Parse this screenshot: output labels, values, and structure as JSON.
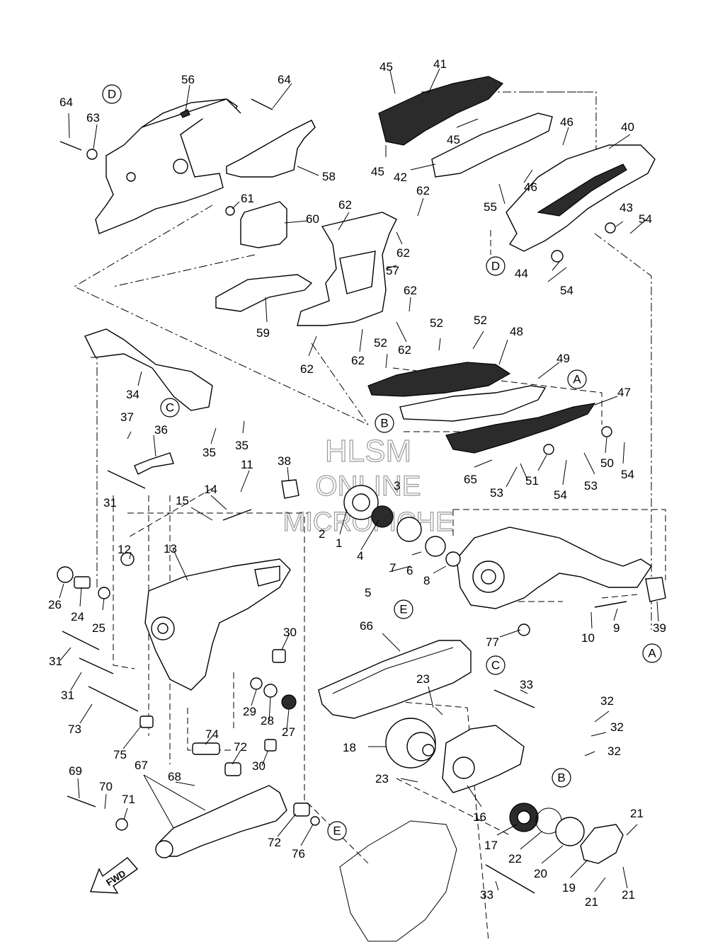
{
  "watermark": {
    "line1": "HLSM",
    "line2": "ONLINE",
    "line3": "MICROFICHE"
  },
  "fwd_label": "FWD",
  "reference_letters": [
    "A",
    "B",
    "C",
    "D",
    "E"
  ],
  "callouts": {
    "c1": "1",
    "c2": "2",
    "c3": "3",
    "c4": "4",
    "c5": "5",
    "c6": "6",
    "c7": "7",
    "c8": "8",
    "c9": "9",
    "c10": "10",
    "c11": "11",
    "c12": "12",
    "c13": "13",
    "c14": "14",
    "c15": "15",
    "c16": "16",
    "c17": "17",
    "c18": "18",
    "c19": "19",
    "c20": "20",
    "c21a": "21",
    "c21b": "21",
    "c21c": "21",
    "c22": "22",
    "c23a": "23",
    "c23b": "23",
    "c24": "24",
    "c25": "25",
    "c26": "26",
    "c27": "27",
    "c28": "28",
    "c29": "29",
    "c30a": "30",
    "c30b": "30",
    "c31a": "31",
    "c31b": "31",
    "c31c": "31",
    "c32a": "32",
    "c32b": "32",
    "c32c": "32",
    "c33a": "33",
    "c33b": "33",
    "c34": "34",
    "c35a": "35",
    "c35b": "35",
    "c36": "36",
    "c37": "37",
    "c38": "38",
    "c39": "39",
    "c40": "40",
    "c41": "41",
    "c42": "42",
    "c43": "43",
    "c44": "44",
    "c45a": "45",
    "c45b": "45",
    "c45c": "45",
    "c46a": "46",
    "c46b": "46",
    "c47": "47",
    "c48": "48",
    "c49": "49",
    "c50": "50",
    "c51": "51",
    "c52a": "52",
    "c52b": "52",
    "c52c": "52",
    "c53a": "53",
    "c53b": "53",
    "c54a": "54",
    "c54b": "54",
    "c54c": "54",
    "c54d": "54",
    "c55": "55",
    "c56": "56",
    "c57": "57",
    "c58": "58",
    "c59": "59",
    "c60": "60",
    "c61": "61",
    "c62a": "62",
    "c62b": "62",
    "c62c": "62",
    "c62d": "62",
    "c62e": "62",
    "c62f": "62",
    "c62g": "62",
    "c63": "63",
    "c64a": "64",
    "c64b": "64",
    "c65": "65",
    "c66": "66",
    "c67": "67",
    "c68": "68",
    "c69": "69",
    "c70": "70",
    "c71": "71",
    "c72a": "72",
    "c72b": "72",
    "c73": "73",
    "c74": "74",
    "c75": "75",
    "c76": "76",
    "c77": "77"
  }
}
